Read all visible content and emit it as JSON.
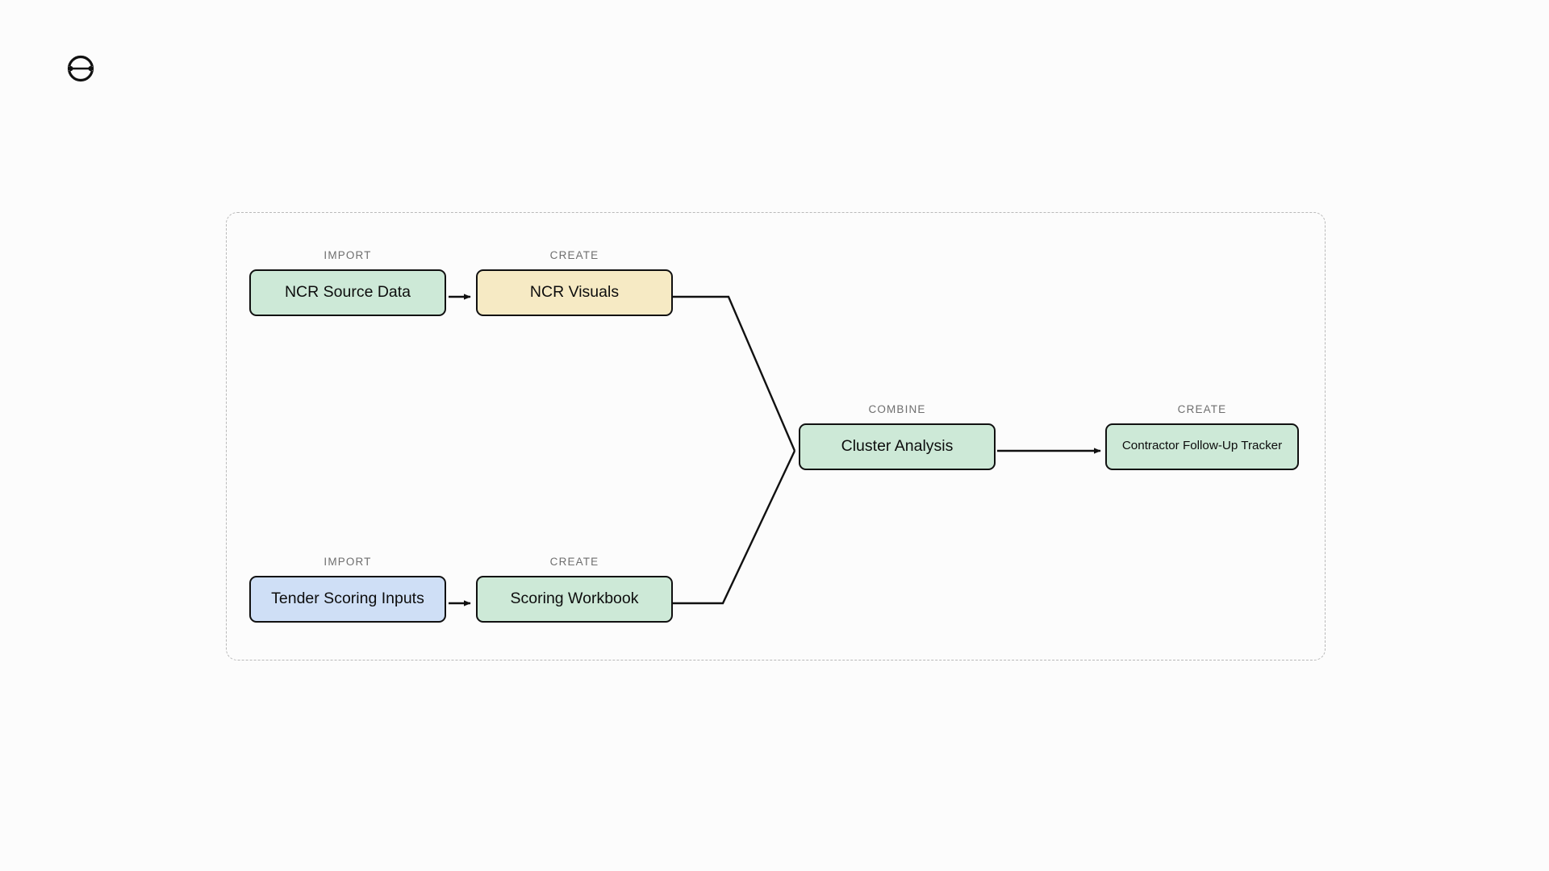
{
  "page": {
    "background_color": "#fcfcfc",
    "logo_icon": "circle-with-axis-icon"
  },
  "canvas": {
    "frame_style": "dashed",
    "frame_color": "#b9b9b9"
  },
  "palette": {
    "green": "#cde9d7",
    "cream": "#f6eac4",
    "blue": "#cfdff6",
    "node_border": "#111111",
    "label_color": "#6e6e6e",
    "connector_color": "#111111"
  },
  "diagram": {
    "type": "flowchart",
    "nodes": [
      {
        "id": "ncr-source-data",
        "kind": "IMPORT",
        "label": "NCR Source Data",
        "color": "#cde9d7",
        "column": 1,
        "row": "top"
      },
      {
        "id": "ncr-visuals",
        "kind": "CREATE",
        "label": "NCR Visuals",
        "color": "#f6eac4",
        "column": 2,
        "row": "top"
      },
      {
        "id": "cluster-analysis",
        "kind": "COMBINE",
        "label": "Cluster Analysis",
        "color": "#cde9d7",
        "column": 3,
        "row": "middle"
      },
      {
        "id": "contractor-follow-up-tracker",
        "kind": "CREATE",
        "label": "Contractor Follow-Up Tracker",
        "color": "#cde9d7",
        "column": 4,
        "row": "middle"
      },
      {
        "id": "tender-scoring-inputs",
        "kind": "IMPORT",
        "label": "Tender Scoring Inputs",
        "color": "#cfdff6",
        "column": 1,
        "row": "bottom"
      },
      {
        "id": "scoring-workbook",
        "kind": "CREATE",
        "label": "Scoring Workbook",
        "color": "#cde9d7",
        "column": 2,
        "row": "bottom"
      }
    ],
    "edges": [
      {
        "id": "e1",
        "from": "ncr-source-data",
        "to": "ncr-visuals",
        "arrow": true
      },
      {
        "id": "e2",
        "from": "ncr-visuals",
        "to": "cluster-analysis",
        "arrow": false
      },
      {
        "id": "e3",
        "from": "tender-scoring-inputs",
        "to": "scoring-workbook",
        "arrow": true
      },
      {
        "id": "e4",
        "from": "scoring-workbook",
        "to": "cluster-analysis",
        "arrow": false
      },
      {
        "id": "e5",
        "from": "cluster-analysis",
        "to": "contractor-follow-up-tracker",
        "arrow": true
      }
    ]
  }
}
